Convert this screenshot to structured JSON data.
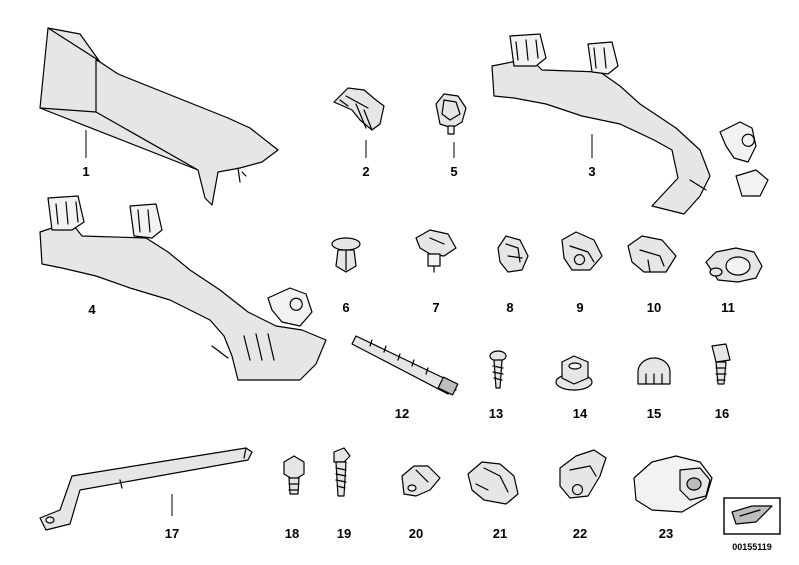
{
  "diagram": {
    "part_labels": [
      "1",
      "2",
      "3",
      "4",
      "5",
      "6",
      "7",
      "8",
      "9",
      "10",
      "11",
      "12",
      "13",
      "14",
      "15",
      "16",
      "17",
      "18",
      "19",
      "20",
      "21",
      "22",
      "23"
    ],
    "diagram_code": "00155119",
    "colors": {
      "line": "#000000",
      "fill_main": "#e6e6e6",
      "fill_light": "#f2f2f2",
      "fill_dark": "#bdbdbd"
    }
  }
}
